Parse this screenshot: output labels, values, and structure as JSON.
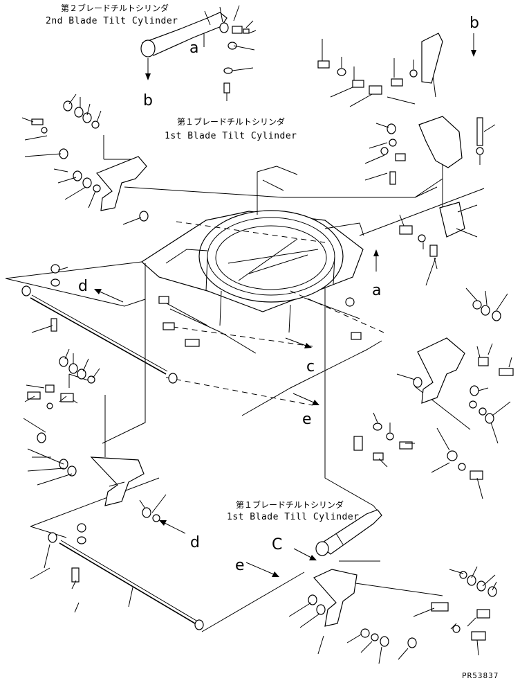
{
  "labels": {
    "cyl2_jp": "第２ブレードチルトシリンダ",
    "cyl2_en": "2nd Blade Tilt Cylinder",
    "cyl1_top_jp": "第１ブレードチルトシリンダ",
    "cyl1_top_en": "1st Blade Tilt Cylinder",
    "cyl1_bot_jp": "第１ブレードチルトシリンダ",
    "cyl1_bot_en": "1st Blade Till Cylinder"
  },
  "callouts": {
    "a_top": "a",
    "a_mid": "a",
    "b_top_left": "b",
    "b_top_right": "b",
    "c_mid": "c",
    "c_bottom": "C",
    "d_left": "d",
    "d_bottom": "d",
    "e_mid": "e",
    "e_bottom": "e"
  },
  "drawing_code": "PR53837"
}
